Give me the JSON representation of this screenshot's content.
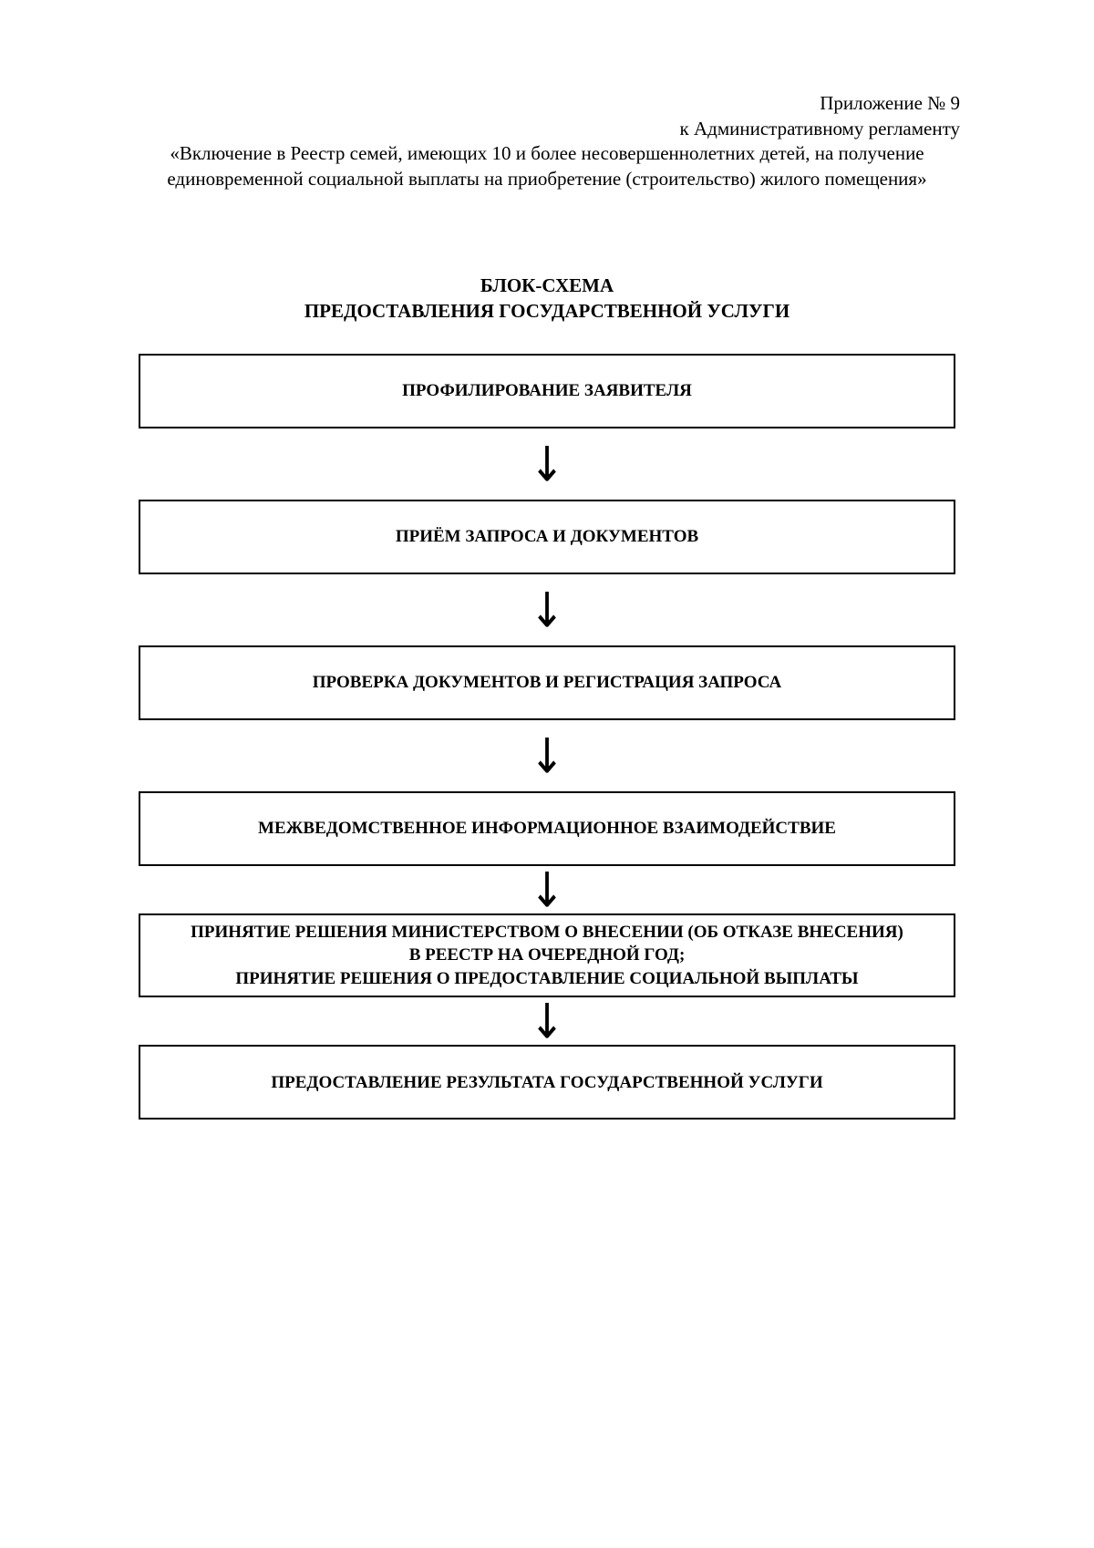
{
  "header": {
    "appendix_line": "Приложение № 9",
    "regulation_line": "к Административному регламенту",
    "service_quote": "«Включение в Реестр семей, имеющих 10 и более несовершеннолетних детей, на получение единовременной социальной выплаты на приобретение (строительство) жилого помещения»"
  },
  "title": {
    "line1": "БЛОК-СХЕМА",
    "line2": "ПРЕДОСТАВЛЕНИЯ ГОСУДАРСТВЕННОЙ УСЛУГИ"
  },
  "flowchart": {
    "arrow_glyph": "↓",
    "steps": [
      {
        "label": "ПРОФИЛИРОВАНИЕ ЗАЯВИТЕЛЯ"
      },
      {
        "label": "ПРИЁМ ЗАПРОСА И ДОКУМЕНТОВ"
      },
      {
        "label": "ПРОВЕРКА ДОКУМЕНТОВ И РЕГИСТРАЦИЯ ЗАПРОСА"
      },
      {
        "label": "МЕЖВЕДОМСТВЕННОЕ ИНФОРМАЦИОННОЕ ВЗАИМОДЕЙСТВИЕ"
      },
      {
        "label": "ПРИНЯТИЕ РЕШЕНИЯ МИНИСТЕРСТВОМ О ВНЕСЕНИИ (ОБ ОТКАЗЕ ВНЕСЕНИЯ)\nВ РЕЕСТР НА ОЧЕРЕДНОЙ ГОД;\nПРИНЯТИЕ РЕШЕНИЯ О ПРЕДОСТАВЛЕНИЕ СОЦИАЛЬНОЙ ВЫПЛАТЫ"
      },
      {
        "label": "ПРЕДОСТАВЛЕНИЕ РЕЗУЛЬТАТА ГОСУДАРСТВЕННОЙ УСЛУГИ"
      }
    ]
  }
}
